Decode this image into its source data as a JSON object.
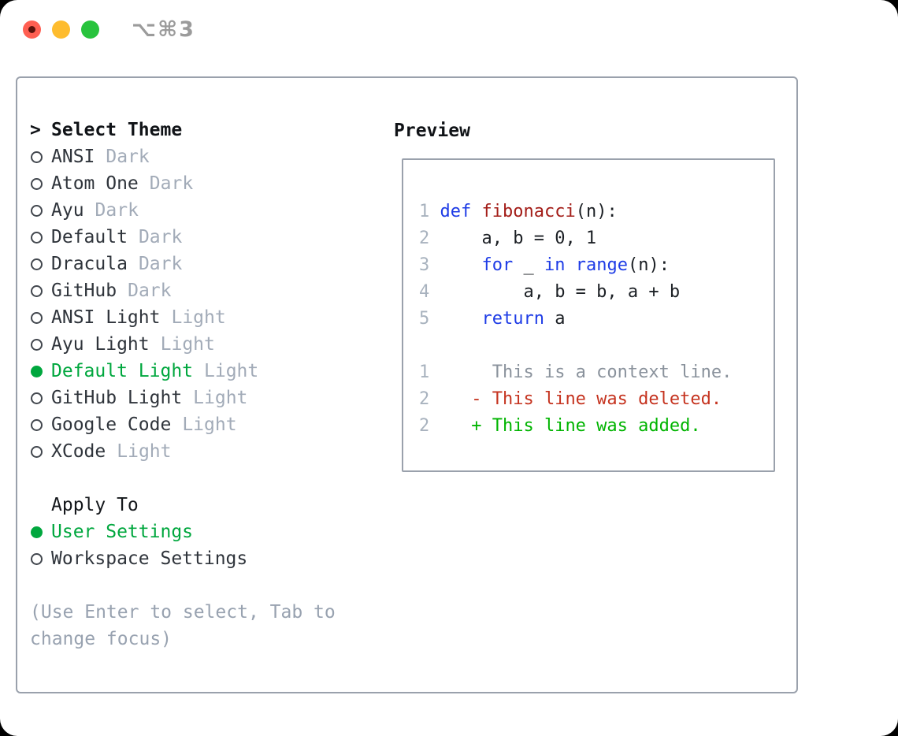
{
  "window": {
    "shortcut": "⌥⌘3",
    "traffic_lights": [
      "close",
      "minimize",
      "zoom"
    ]
  },
  "colors": {
    "accent_green": "#00a73e",
    "diff_add": "#00b400",
    "diff_del": "#c5331f",
    "kw_blue": "#1e3ce6",
    "fn_red": "#a31d18",
    "ctx_gray": "#8a929c",
    "line_num": "#a8b2be",
    "tag_gray": "#a2abb8",
    "border_gray": "#9aa1ac",
    "item_text": "#2f343b",
    "hint_gray": "#98a2b0",
    "code_plain": "#1b1f24"
  },
  "theme_panel": {
    "header_prefix": ">",
    "header": "Select Theme",
    "items": [
      {
        "name": "ANSI",
        "tag": "Dark",
        "selected": false
      },
      {
        "name": "Atom One",
        "tag": "Dark",
        "selected": false
      },
      {
        "name": "Ayu",
        "tag": "Dark",
        "selected": false
      },
      {
        "name": "Default",
        "tag": "Dark",
        "selected": false
      },
      {
        "name": "Dracula",
        "tag": "Dark",
        "selected": false
      },
      {
        "name": "GitHub",
        "tag": "Dark",
        "selected": false
      },
      {
        "name": "ANSI Light",
        "tag": "Light",
        "selected": false
      },
      {
        "name": "Ayu Light",
        "tag": "Light",
        "selected": false
      },
      {
        "name": "Default Light",
        "tag": "Light",
        "selected": true
      },
      {
        "name": "GitHub Light",
        "tag": "Light",
        "selected": false
      },
      {
        "name": "Google Code",
        "tag": "Light",
        "selected": false
      },
      {
        "name": "XCode",
        "tag": "Light",
        "selected": false
      }
    ],
    "apply_to": {
      "header": "Apply To",
      "options": [
        {
          "name": "User Settings",
          "selected": true
        },
        {
          "name": "Workspace Settings",
          "selected": false
        }
      ]
    },
    "hint": "(Use Enter to select, Tab to change focus)"
  },
  "preview": {
    "title": "Preview",
    "code_lines": [
      {
        "num": "1",
        "segments": [
          {
            "t": "def",
            "c": "kw"
          },
          {
            "t": " ",
            "c": "plain"
          },
          {
            "t": "fibonacci",
            "c": "fn"
          },
          {
            "t": "(n):",
            "c": "plain"
          }
        ]
      },
      {
        "num": "2",
        "segments": [
          {
            "t": "    a, b = 0, 1",
            "c": "plain"
          }
        ]
      },
      {
        "num": "3",
        "segments": [
          {
            "t": "    ",
            "c": "plain"
          },
          {
            "t": "for",
            "c": "kw"
          },
          {
            "t": " _ ",
            "c": "plain"
          },
          {
            "t": "in",
            "c": "kw"
          },
          {
            "t": " ",
            "c": "plain"
          },
          {
            "t": "range",
            "c": "kw"
          },
          {
            "t": "(n):",
            "c": "plain"
          }
        ]
      },
      {
        "num": "4",
        "segments": [
          {
            "t": "        a, b = b, a + b",
            "c": "plain"
          }
        ]
      },
      {
        "num": "5",
        "segments": [
          {
            "t": "    ",
            "c": "plain"
          },
          {
            "t": "return",
            "c": "kw"
          },
          {
            "t": " a",
            "c": "plain"
          }
        ]
      },
      {
        "num": "",
        "segments": []
      },
      {
        "num": "1",
        "segments": [
          {
            "t": "     This is a context line.",
            "c": "ctx"
          }
        ]
      },
      {
        "num": "2",
        "segments": [
          {
            "t": "   - This line was deleted.",
            "c": "del"
          }
        ]
      },
      {
        "num": "2",
        "segments": [
          {
            "t": "   + This line was added.",
            "c": "add"
          }
        ]
      }
    ]
  }
}
